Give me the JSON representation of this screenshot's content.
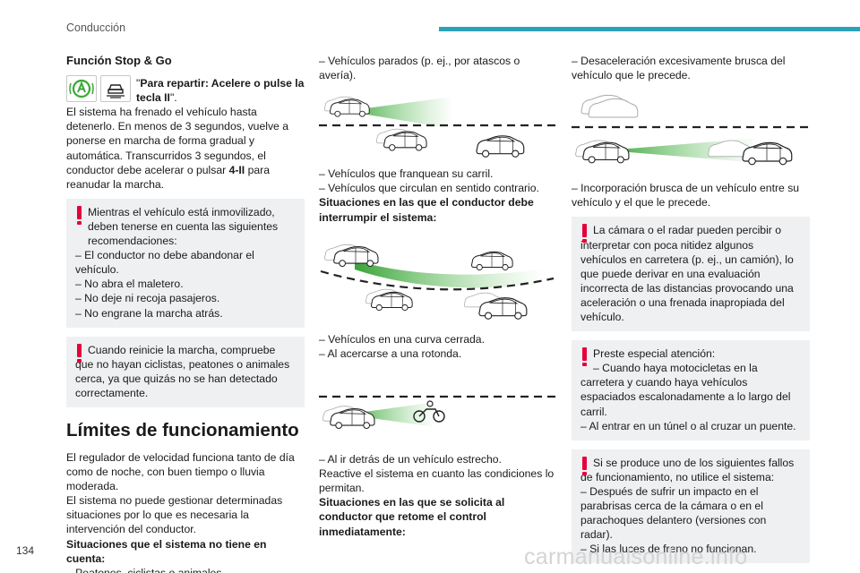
{
  "header": {
    "title": "Conducción"
  },
  "page_number": "134",
  "watermark": "carmanualsonline.info",
  "col1": {
    "section_title": "Función Stop & Go",
    "func_bold": "Para repartir: Acelere o pulse la tecla II",
    "func_quote_open": "\"",
    "func_quote_close": "\".",
    "body1": "El sistema ha frenado el vehículo hasta detenerlo. En menos de 3 segundos, vuelve a ponerse en marcha de forma gradual y automática. Transcurridos 3 segundos, el conductor debe acelerar o pulsar ",
    "body1_bold": "4-II",
    "body1_end": " para reanudar la marcha.",
    "warn1_first": "Mientras el vehículo está inmovilizado, deben tenerse en cuenta las siguientes recomendaciones:",
    "warn1_items": [
      "– El conductor no debe abandonar el vehículo.",
      "– No abra el maletero.",
      "– No deje ni recoja pasajeros.",
      "– No engrane la marcha atrás."
    ],
    "warn2": "Cuando reinicie la marcha, compruebe que no hayan ciclistas, peatones o animales cerca, ya que quizás no se han detectado correctamente.",
    "limits_title": "Límites de funcionamiento",
    "limits_body1": "El regulador de velocidad funciona tanto de día como de noche, con buen tiempo o lluvia moderada.",
    "limits_body2": "El sistema no puede gestionar determinadas situaciones por lo que es necesaria la intervención del conductor.",
    "limits_bold": "Situaciones que el sistema no tiene en cuenta:",
    "limits_item": "– Peatones, ciclistas o animales."
  },
  "col2": {
    "item1": "– Vehículos parados (p. ej., por atascos o avería).",
    "item2": "– Vehículos que franquean su carril.",
    "item3": "– Vehículos que circulan en sentido contrario.",
    "bold1": "Situaciones en las que el conductor debe interrumpir el sistema:",
    "item4": "– Vehículos en una curva cerrada.",
    "item5": "– Al acercarse a una rotonda.",
    "item6": "– Al ir detrás de un vehículo estrecho.",
    "body1": "Reactive el sistema en cuanto las condiciones lo permitan.",
    "bold2": "Situaciones en las que se solicita al conductor que retome el control inmediatamente:"
  },
  "col3": {
    "item1": "– Desaceleración excesivamente brusca del vehículo que le precede.",
    "item2": "– Incorporación brusca de un vehículo entre su vehículo y el que le precede.",
    "warn1": "La cámara o el radar pueden percibir o interpretar con poca nitidez algunos vehículos en carretera (p. ej., un camión), lo que puede derivar en una evaluación incorrecta de las distancias provocando una aceleración o una frenada inapropiada del vehículo.",
    "warn2_first": "Preste especial atención:",
    "warn2_items": [
      "– Cuando haya motocicletas en la carretera y cuando haya vehículos espaciados escalonadamente a lo largo del carril.",
      "– Al entrar en un túnel o al cruzar un puente."
    ],
    "warn3_first": "Si se produce uno de los siguientes fallos de funcionamiento, no utilice el sistema:",
    "warn3_items": [
      "– Después de sufrir un impacto en el parabrisas cerca de la cámara o en el parachoques delantero (versiones con radar).",
      "– Si las luces de freno no funcionan."
    ]
  },
  "colors": {
    "accent": "#2ba2b8",
    "warning": "#e5003a",
    "beam": "#3aa935",
    "box": "#eef0f1"
  }
}
